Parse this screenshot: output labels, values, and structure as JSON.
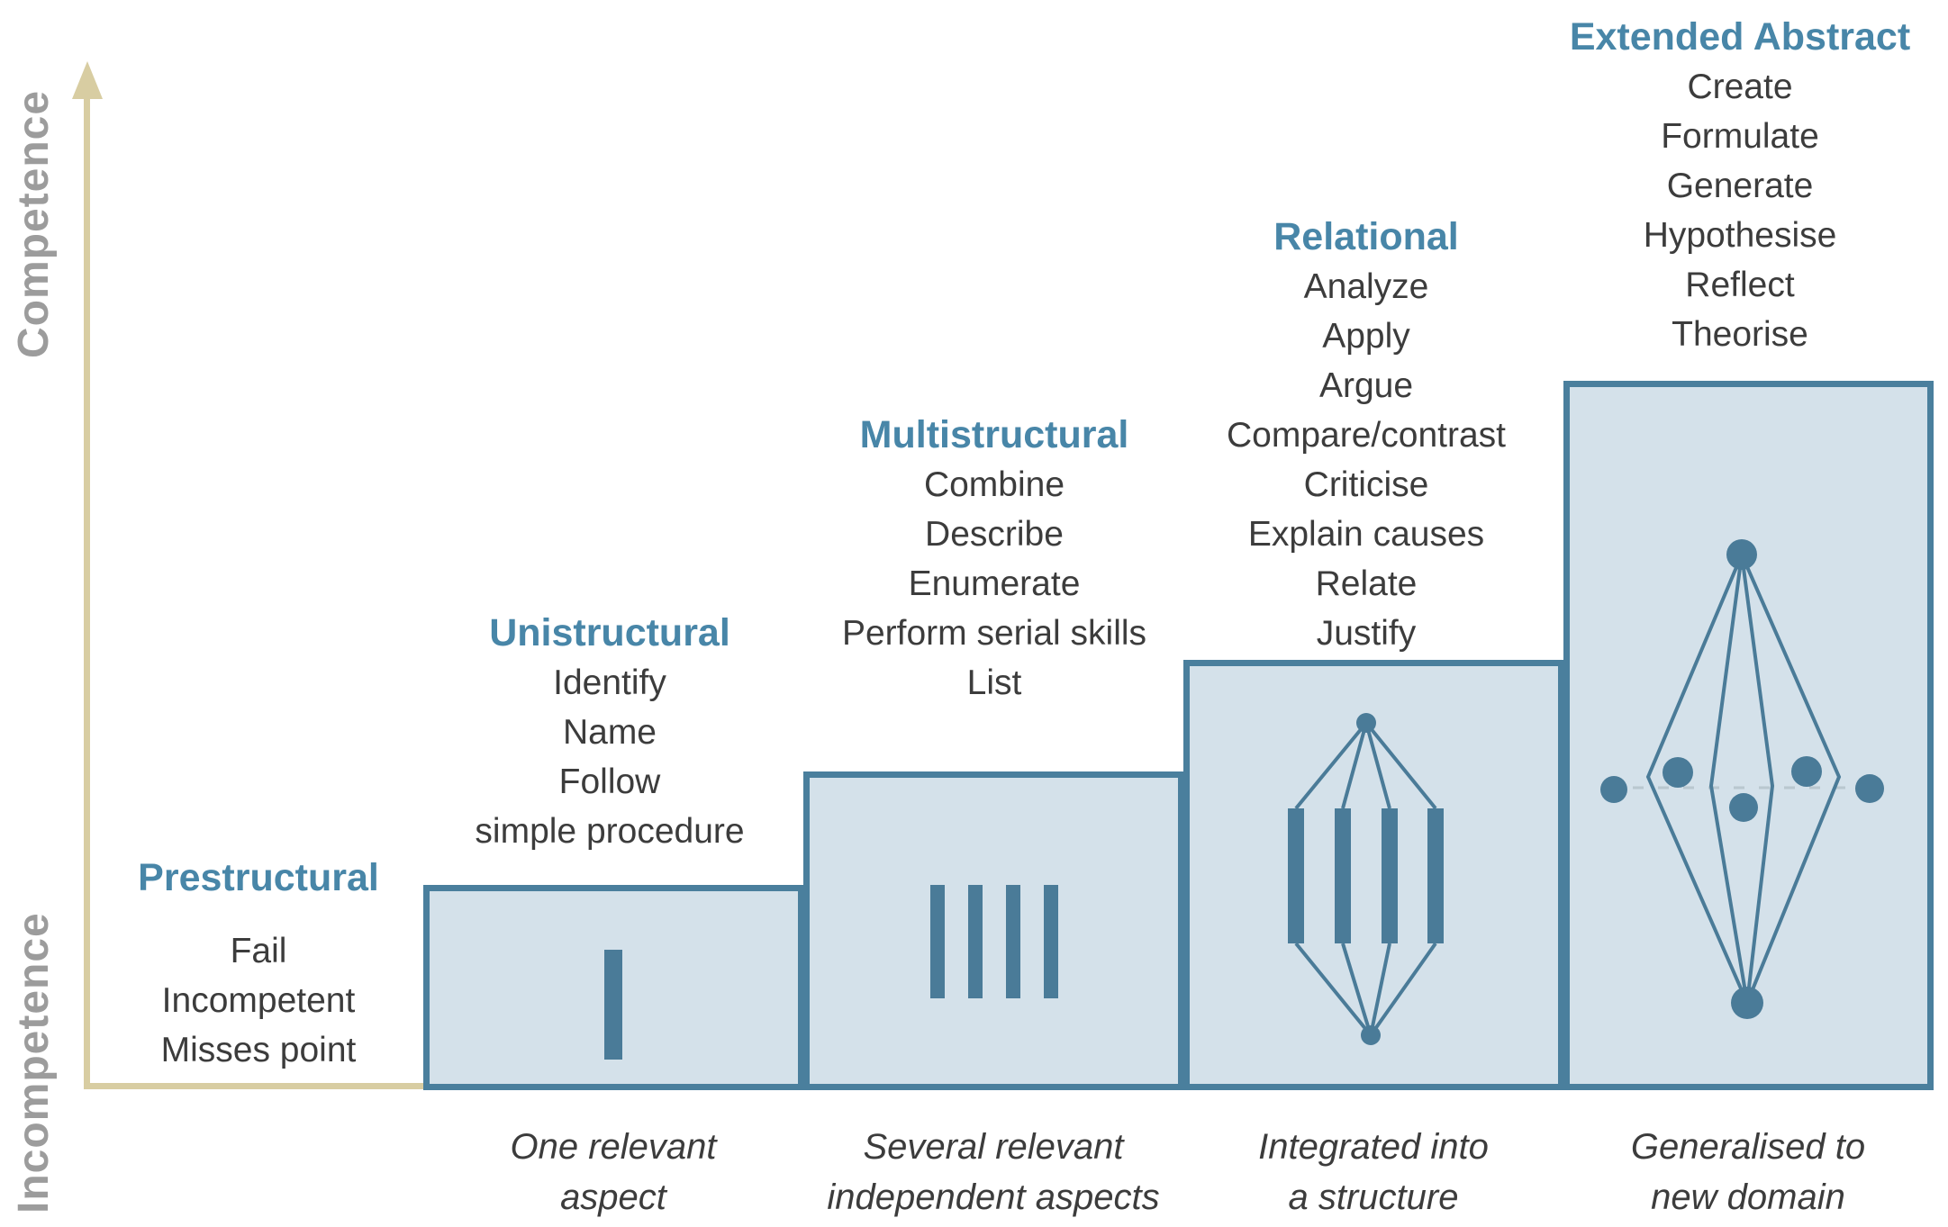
{
  "axis": {
    "top_label": "Competence",
    "bottom_label": "Incompetence"
  },
  "levels": [
    {
      "name": "Prestructural",
      "verbs": [
        "Fail",
        "Incompetent",
        "Misses point"
      ],
      "caption": "",
      "icon": "none"
    },
    {
      "name": "Unistructural",
      "verbs": [
        "Identify",
        "Name",
        "Follow",
        "simple procedure"
      ],
      "caption": "One relevant\naspect",
      "icon": "single-bar"
    },
    {
      "name": "Multistructural",
      "verbs": [
        "Combine",
        "Describe",
        "Enumerate",
        "Perform serial skills",
        "List"
      ],
      "caption": "Several relevant\nindependent aspects",
      "icon": "four-bars"
    },
    {
      "name": "Relational",
      "verbs": [
        "Analyze",
        "Apply",
        "Argue",
        "Compare/contrast",
        "Criticise",
        "Explain causes",
        "Relate",
        "Justify"
      ],
      "caption": "Integrated into\na structure",
      "icon": "integrated-structure"
    },
    {
      "name": "Extended Abstract",
      "verbs": [
        "Create",
        "Formulate",
        "Generate",
        "Hypothesise",
        "Reflect",
        "Theorise"
      ],
      "caption": "Generalised to\nnew domain",
      "icon": "generalised-network"
    }
  ],
  "colors": {
    "heading": "#4886a8",
    "box_fill": "#d4e1ea",
    "box_border": "#4a7f9d",
    "icon": "#4a7b98",
    "axis": "#d8cda2",
    "axis_label": "#9c9c9c",
    "text": "#3c3c3c"
  }
}
